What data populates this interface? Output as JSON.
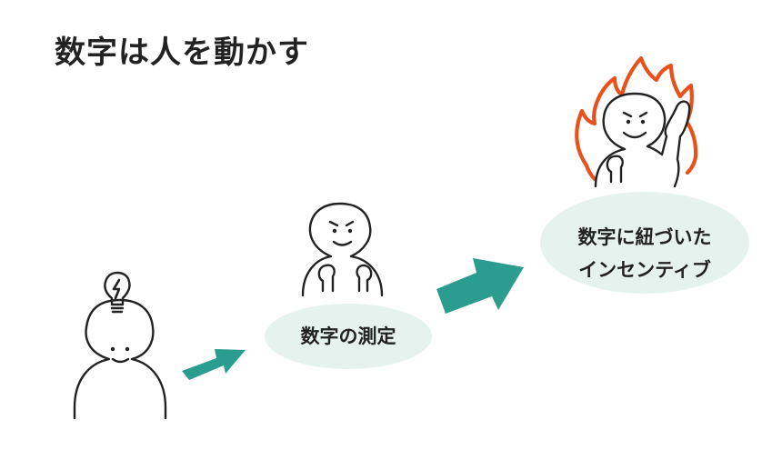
{
  "title": "数字は人を動かす",
  "steps": [
    {
      "icon": "lightbulb-icon",
      "label_lines": []
    },
    {
      "icon": "determined-person-icon",
      "label_lines": [
        "数字の測定"
      ]
    },
    {
      "icon": "fired-up-person-icon",
      "label_lines": [
        "数字に紐づいた",
        "インセンティブ"
      ]
    }
  ],
  "colors": {
    "arrow": "#2a9d8f",
    "label_bubble": "#e5f2ee",
    "flame": "#e8501c",
    "line": "#222222"
  }
}
